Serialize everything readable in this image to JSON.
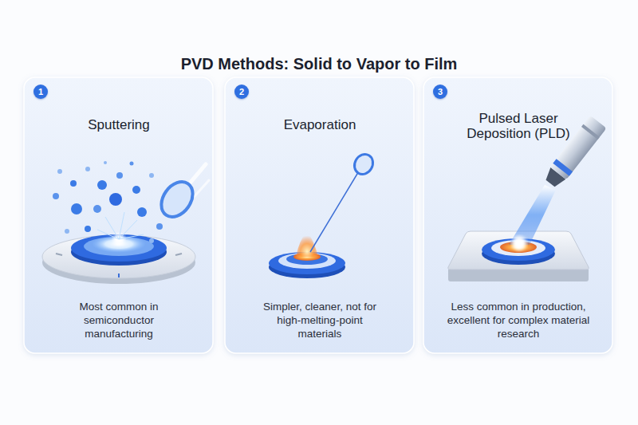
{
  "diagram": {
    "title": "PVD Methods: Solid to Vapor to Film",
    "nodes": [
      {
        "text": [
          "Sputtering",
          "Most common in semiconductor manufacturing"
        ]
      },
      {
        "text": [
          "1"
        ],
        "in": 0
      },
      {
        "text": [
          "Evaporation",
          "Simpler, cleaner, not for high-melting-point materials"
        ]
      },
      {
        "text": [
          "2"
        ],
        "in": 2
      },
      {
        "text": [
          "Pulsed Laser Deposition (PLD)",
          "Less common in production, excellent for complex material research"
        ]
      },
      {
        "text": [
          "3"
        ],
        "in": 4
      }
    ]
  }
}
